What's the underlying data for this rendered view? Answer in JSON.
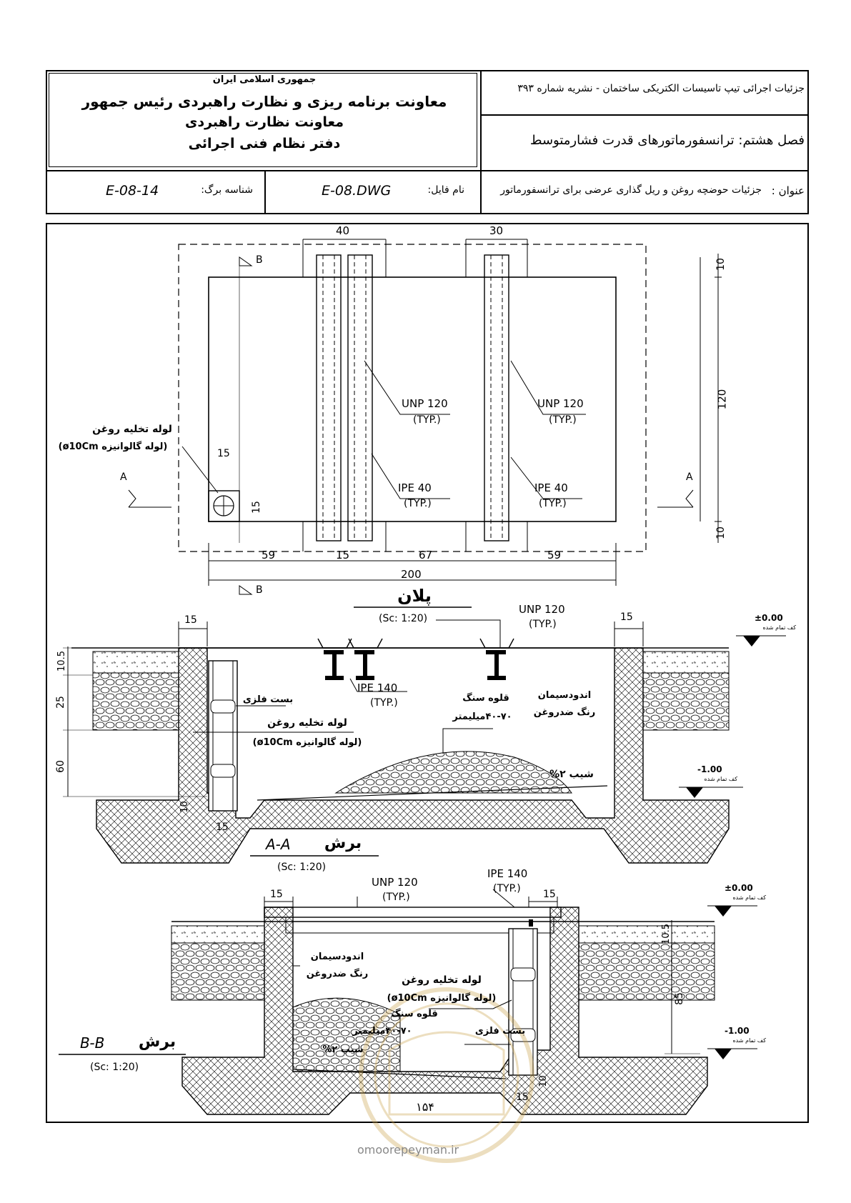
{
  "header": {
    "republic": "جمهوری اسلامی ایران",
    "deputy_planning": "معاونت برنامه ریزی و نظارت راهبردی رئیس جمهور",
    "deputy_supervision": "معاونت نظارت راهبردی",
    "technical_office": "دفتر نظام فنی اجرائی",
    "publication": "جزئیات اجرائی تیپ تاسیسات الکتریکی ساختمان - نشریه شماره ۳۹۳",
    "chapter": "فصل هشتم: ترانسفورماتورهای قدرت فشارمتوسط",
    "title_label": "عنوان :",
    "title_value": "جزئیات حوضچه روغن و ریل گذاری عرضی برای ترانسفورماتور",
    "file_label": "نام فایل:",
    "file_value": "E-08.DWG",
    "sheet_label": "شناسه برگ:",
    "sheet_value": "E-08-14"
  },
  "plan": {
    "dim_top_left": "40",
    "dim_top_right": "30",
    "dim_right_top": "10",
    "dim_right_mid": "120",
    "dim_right_bottom": "10",
    "dim_bottom_1": "59",
    "dim_bottom_2": "15",
    "dim_bottom_3": "67",
    "dim_bottom_4": "59",
    "dim_total": "200",
    "drain_w": "15",
    "drain_h": "15",
    "section_b": "B",
    "section_a": "A",
    "unp_label": "UNP 120",
    "typ": "(TYP.)",
    "ipe_label": "IPE 40",
    "drain_title": "لوله تخلیه روغن",
    "drain_sub": "(لوله گالوانیزه ø10Cm)",
    "title": "پلان",
    "scale": "(Sc: 1:20)"
  },
  "section_aa": {
    "dim_15_left": "15",
    "dim_15_right": "15",
    "dim_10_5": "10.5",
    "dim_25": "25",
    "dim_60": "60",
    "dim_10": "10",
    "dim_15_bottom": "15",
    "unp_label": "UNP 120",
    "typ": "(TYP.)",
    "ipe_label": "IPE 140",
    "clamp": "بست فلزی",
    "drain_title": "لوله تخلیه روغن",
    "drain_sub": "(لوله گالوانیزه ø10Cm)",
    "stone_title": "قلوه سنگ",
    "stone_sub": "۴۰-۷۰میلیمتر",
    "plaster_title": "اندودسیمان",
    "plaster_sub": "رنگ ضدروغن",
    "slope": "شیب ۲%",
    "level_0": "±0.00",
    "level_1": "-1.00",
    "finished": "کف تمام شده",
    "title_word": "برش",
    "title_code": "A-A",
    "scale": "(Sc: 1:20)"
  },
  "section_bb": {
    "unp_label": "UNP 120",
    "typ": "(TYP.)",
    "ipe_label": "IPE 140",
    "dim_15_left": "15",
    "dim_15_right": "15",
    "dim_10_5": "10.5",
    "dim_85": "85",
    "dim_10": "10",
    "dim_15_bottom": "15",
    "plaster_title": "اندودسیمان",
    "plaster_sub": "رنگ ضدروغن",
    "drain_title": "لوله تخلیه روغن",
    "drain_sub": "(لوله گالوانیزه ø10Cm)",
    "stone_title": "قلوه سنگ",
    "stone_sub": "۴۰-۷۰میلیمتر",
    "slope": "شیب ۲%",
    "clamp": "بست فلزی",
    "level_0": "±0.00",
    "level_1": "-1.00",
    "finished": "کف تمام شده",
    "title_word": "برش",
    "title_code": "B-B",
    "scale": "(Sc: 1:20)"
  },
  "footer": {
    "page_number": "۱۵۴",
    "watermark_url": "omoorepeyman.ir"
  }
}
